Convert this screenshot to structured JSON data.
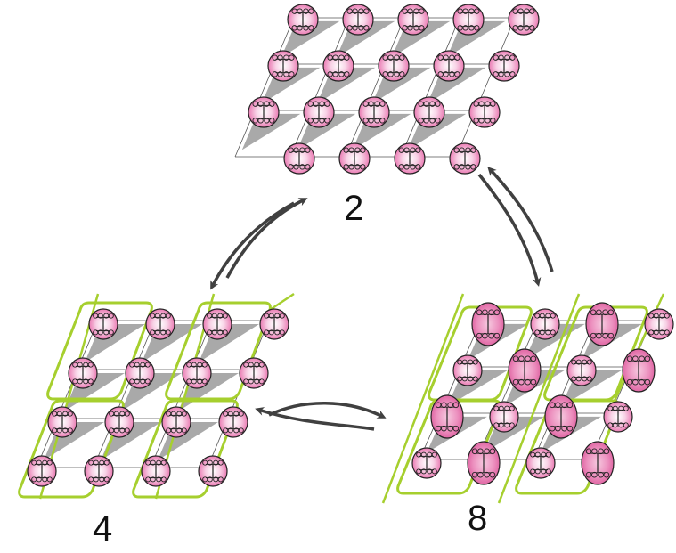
{
  "labels": {
    "phase_2": "2",
    "phase_4": "4",
    "phase_8": "8"
  },
  "colors": {
    "triangle": "#a9a9a9",
    "lattice_line": "#555555",
    "molecule_pink": "#e76aa9",
    "molecule_light": "#ffffff",
    "domain_outline": "#a6cf2e",
    "arrow": "#404040",
    "sketch": "#222222"
  },
  "icons": {
    "molecule": "pink-molecule-circle-icon",
    "arrow": "equilibrium-arrow-icon"
  }
}
